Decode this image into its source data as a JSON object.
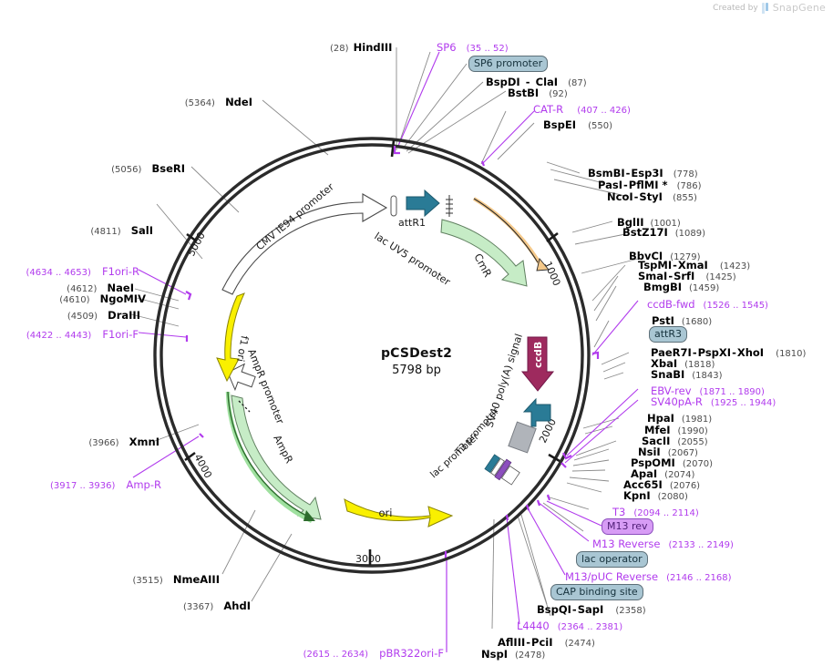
{
  "credit": {
    "prefix": "Created by",
    "brand": "SnapGene"
  },
  "plasmid": {
    "name": "pCSDest2",
    "size": "5798 bp",
    "length_bp": 5798,
    "tick_labels": [
      "1000",
      "2000",
      "3000",
      "4000",
      "5000"
    ]
  },
  "colors": {
    "backbone": "#2b2b2b",
    "enzyme_text": "#000000",
    "position_text": "#4c4c4c",
    "primer": "#b13bed",
    "badge_fill": "#a9c6d3",
    "badge_border": "#5d6f78",
    "badge_violet_fill": "#d79cf5",
    "badge_violet_border": "#8c4fbe",
    "cmr_fill": "#c6ecc6",
    "ampr_fill": "#c6ecc6",
    "ori_fill": "#f9f000",
    "f1ori_fill": "#f9f000",
    "ccdb_fill": "#9e2a5e",
    "attr_fill": "#2a7b96",
    "sv40_fill": "#b0b4ba",
    "cat_arc": "#f5c municipalities"
  },
  "features": [
    {
      "name": "CMV IE94 promoter",
      "shape": "open-arrow"
    },
    {
      "name": "attR1",
      "shape": "solid-arrow"
    },
    {
      "name": "lac UV5 promoter",
      "shape": "tick"
    },
    {
      "name": "CmR",
      "shape": "green-arrow"
    },
    {
      "name": "ccdB",
      "shape": "magenta-arrow"
    },
    {
      "name": "SV40 poly(A) signal",
      "shape": "gray-box"
    },
    {
      "name": "T3 promoter",
      "shape": "small"
    },
    {
      "name": "lac promoter",
      "shape": "small"
    },
    {
      "name": "ori",
      "shape": "yellow-arrow"
    },
    {
      "name": "AmpR",
      "shape": "green-arrow"
    },
    {
      "name": "AmpR promoter",
      "shape": "open-arrow"
    },
    {
      "name": "f1 ori",
      "shape": "yellow-arrow"
    }
  ],
  "labels_top": [
    {
      "id": "hindiii",
      "pos": "(28)",
      "names": [
        "HindIII"
      ],
      "kind": "enzyme"
    },
    {
      "id": "sp6",
      "pos": "(35 .. 52)",
      "names": [
        "SP6"
      ],
      "kind": "primer"
    },
    {
      "id": "bspdi",
      "pos": "(87)",
      "names": [
        "BspDI",
        "ClaI"
      ],
      "kind": "enzyme"
    },
    {
      "id": "bstbi",
      "pos": "(92)",
      "names": [
        "BstBI"
      ],
      "kind": "enzyme"
    },
    {
      "id": "catr",
      "pos": "(407 .. 426)",
      "names": [
        "CAT-R"
      ],
      "kind": "primer"
    },
    {
      "id": "bspei",
      "pos": "(550)",
      "names": [
        "BspEI"
      ],
      "kind": "enzyme"
    }
  ],
  "labels_right": [
    {
      "id": "bsmbi",
      "pos": "(778)",
      "names": [
        "BsmBI",
        "Esp3I"
      ],
      "kind": "enzyme"
    },
    {
      "id": "pasi",
      "pos": "(786)",
      "names": [
        "PasI",
        "PflMI *"
      ],
      "kind": "enzyme"
    },
    {
      "id": "ncoi",
      "pos": "(855)",
      "names": [
        "NcoI",
        "StyI"
      ],
      "kind": "enzyme"
    },
    {
      "id": "bglii",
      "pos": "(1001)",
      "names": [
        "BglII"
      ],
      "kind": "enzyme"
    },
    {
      "id": "bstz17i",
      "pos": "(1089)",
      "names": [
        "BstZ17I"
      ],
      "kind": "enzyme"
    },
    {
      "id": "bbvci",
      "pos": "(1279)",
      "names": [
        "BbvCI"
      ],
      "kind": "enzyme"
    },
    {
      "id": "tspmi",
      "pos": "(1423)",
      "names": [
        "TspMI",
        "XmaI"
      ],
      "kind": "enzyme"
    },
    {
      "id": "smai",
      "pos": "(1425)",
      "names": [
        "SmaI",
        "SrfI"
      ],
      "kind": "enzyme"
    },
    {
      "id": "bmgbi",
      "pos": "(1459)",
      "names": [
        "BmgBI"
      ],
      "kind": "enzyme"
    },
    {
      "id": "ccdbfwd",
      "pos": "(1526 .. 1545)",
      "names": [
        "ccdB-fwd"
      ],
      "kind": "primer"
    },
    {
      "id": "psti",
      "pos": "(1680)",
      "names": [
        "PstI"
      ],
      "kind": "enzyme"
    },
    {
      "id": "paer7i",
      "pos": "(1810)",
      "names": [
        "PaeR7I",
        "PspXI",
        "XhoI"
      ],
      "kind": "enzyme"
    },
    {
      "id": "xbai",
      "pos": "(1818)",
      "names": [
        "XbaI"
      ],
      "kind": "enzyme"
    },
    {
      "id": "snabi",
      "pos": "(1843)",
      "names": [
        "SnaBI"
      ],
      "kind": "enzyme"
    },
    {
      "id": "ebvrev",
      "pos": "(1871 .. 1890)",
      "names": [
        "EBV-rev"
      ],
      "kind": "primer"
    },
    {
      "id": "sv40par",
      "pos": "(1925 .. 1944)",
      "names": [
        "SV40pA-R"
      ],
      "kind": "primer"
    },
    {
      "id": "hpai",
      "pos": "(1981)",
      "names": [
        "HpaI"
      ],
      "kind": "enzyme"
    },
    {
      "id": "mfei",
      "pos": "(1990)",
      "names": [
        "MfeI"
      ],
      "kind": "enzyme"
    },
    {
      "id": "sacii",
      "pos": "(2055)",
      "names": [
        "SacII"
      ],
      "kind": "enzyme"
    },
    {
      "id": "nsii",
      "pos": "(2067)",
      "names": [
        "NsiI"
      ],
      "kind": "enzyme"
    },
    {
      "id": "pspomi",
      "pos": "(2070)",
      "names": [
        "PspOMI"
      ],
      "kind": "enzyme"
    },
    {
      "id": "apai",
      "pos": "(2074)",
      "names": [
        "ApaI"
      ],
      "kind": "enzyme"
    },
    {
      "id": "acc65i",
      "pos": "(2076)",
      "names": [
        "Acc65I"
      ],
      "kind": "enzyme"
    },
    {
      "id": "kpni",
      "pos": "(2080)",
      "names": [
        "KpnI"
      ],
      "kind": "enzyme"
    },
    {
      "id": "t3",
      "pos": "(2094 .. 2114)",
      "names": [
        "T3"
      ],
      "kind": "primer"
    },
    {
      "id": "m13rev2",
      "pos": "(2133 .. 2149)",
      "names": [
        "M13 Reverse"
      ],
      "kind": "primer"
    },
    {
      "id": "m13puc",
      "pos": "(2146 .. 2168)",
      "names": [
        "M13/pUC Reverse"
      ],
      "kind": "primer"
    },
    {
      "id": "bspqi",
      "pos": "(2358)",
      "names": [
        "BspQI",
        "SapI"
      ],
      "kind": "enzyme"
    },
    {
      "id": "l4440",
      "pos": "(2364 .. 2381)",
      "names": [
        "L4440"
      ],
      "kind": "primer"
    },
    {
      "id": "afliii",
      "pos": "(2474)",
      "names": [
        "AflIII",
        "PciI"
      ],
      "kind": "enzyme"
    },
    {
      "id": "nspi",
      "pos": "(2478)",
      "names": [
        "NspI"
      ],
      "kind": "enzyme"
    }
  ],
  "labels_left": [
    {
      "id": "ndei",
      "pos": "(5364)",
      "names": [
        "NdeI"
      ],
      "kind": "enzyme"
    },
    {
      "id": "bseri",
      "pos": "(5056)",
      "names": [
        "BseRI"
      ],
      "kind": "enzyme"
    },
    {
      "id": "sali",
      "pos": "(4811)",
      "names": [
        "SalI"
      ],
      "kind": "enzyme"
    },
    {
      "id": "f1orir",
      "pos": "(4634 .. 4653)",
      "names": [
        "F1ori-R"
      ],
      "kind": "primer"
    },
    {
      "id": "naei",
      "pos": "(4612)",
      "names": [
        "NaeI"
      ],
      "kind": "enzyme"
    },
    {
      "id": "ngomiv",
      "pos": "(4610)",
      "names": [
        "NgoMIV"
      ],
      "kind": "enzyme"
    },
    {
      "id": "draiii",
      "pos": "(4509)",
      "names": [
        "DraIII"
      ],
      "kind": "enzyme"
    },
    {
      "id": "f1orif",
      "pos": "(4422 .. 4443)",
      "names": [
        "F1ori-F"
      ],
      "kind": "primer"
    },
    {
      "id": "xmni",
      "pos": "(3966)",
      "names": [
        "XmnI"
      ],
      "kind": "enzyme"
    },
    {
      "id": "ampr",
      "pos": "(3917 .. 3936)",
      "names": [
        "Amp-R"
      ],
      "kind": "primer"
    },
    {
      "id": "nmeaiii",
      "pos": "(3515)",
      "names": [
        "NmeAIII"
      ],
      "kind": "enzyme"
    },
    {
      "id": "ahdi",
      "pos": "(3367)",
      "names": [
        "AhdI"
      ],
      "kind": "enzyme"
    },
    {
      "id": "pbr322",
      "pos": "(2615 .. 2634)",
      "names": [
        "pBR322ori-F"
      ],
      "kind": "primer"
    }
  ],
  "badges": [
    {
      "id": "sp6-promoter",
      "label": "SP6 promoter",
      "style": "blue"
    },
    {
      "id": "attr3",
      "label": "attR3",
      "style": "blue"
    },
    {
      "id": "m13-rev",
      "label": "M13 rev",
      "style": "violet"
    },
    {
      "id": "lac-operator",
      "label": "lac operator",
      "style": "blue"
    },
    {
      "id": "cap-binding",
      "label": "CAP binding site",
      "style": "blue"
    }
  ]
}
